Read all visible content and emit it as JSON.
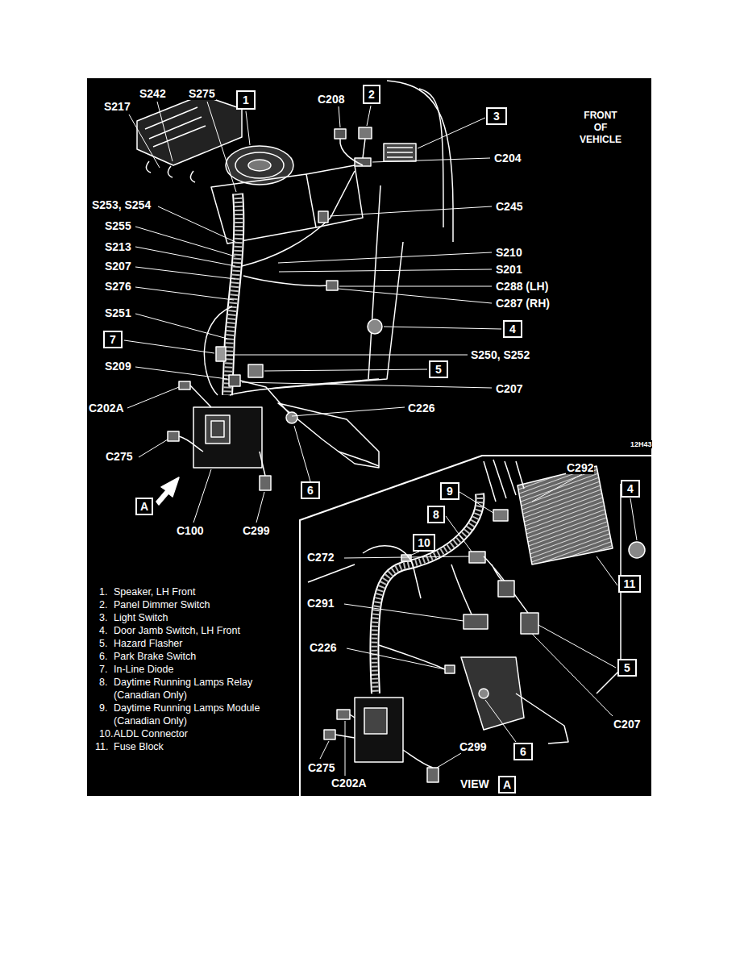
{
  "diagram": {
    "nodes": [
      {
        "text": [
          "1"
        ]
      },
      {
        "text": [
          "2"
        ]
      },
      {
        "text": [
          "3"
        ]
      },
      {
        "text": [
          "4"
        ]
      },
      {
        "text": [
          "7"
        ]
      },
      {
        "text": [
          "5"
        ]
      },
      {
        "text": [
          "A"
        ]
      },
      {
        "text": [
          "6"
        ]
      },
      {
        "text": [
          "9"
        ]
      },
      {
        "text": [
          "4"
        ]
      },
      {
        "text": [
          "8"
        ]
      },
      {
        "text": [
          "10"
        ]
      },
      {
        "text": [
          "11"
        ]
      },
      {
        "text": [
          "5"
        ]
      },
      {
        "text": [
          "6"
        ]
      },
      {
        "text": [
          "A"
        ]
      }
    ],
    "labels": [
      "S242",
      "S217",
      "S275",
      "C208",
      "FRONT OF VEHICLE",
      "C204",
      "C245",
      "S253, S254",
      "S255",
      "S213",
      "S210",
      "S207",
      "S201",
      "S276",
      "C288 (LH)",
      "C287 (RH)",
      "S251",
      "S250, S252",
      "S209",
      "C207",
      "C202A",
      "C226",
      "12H43",
      "C275",
      "C100",
      "C299",
      "C292",
      "C272",
      "C291",
      "C226",
      "C207",
      "C275",
      "C299",
      "C202A",
      "VIEW",
      "1.",
      "Speaker, LH Front",
      "2.",
      "Panel Dimmer Switch",
      "3.",
      "Light Switch",
      "4.",
      "Door Jamb Switch, LH Front",
      "5.",
      "Hazard Flasher",
      "6.",
      "Park Brake Switch",
      "7.",
      "In-Line Diode",
      "8.",
      "Daytime Running Lamps Relay (Canadian Only)",
      "9.",
      "Daytime Running Lamps Module (Canadian Only)",
      "10.",
      "ALDL Connector",
      "11.",
      "Fuse Block"
    ]
  }
}
